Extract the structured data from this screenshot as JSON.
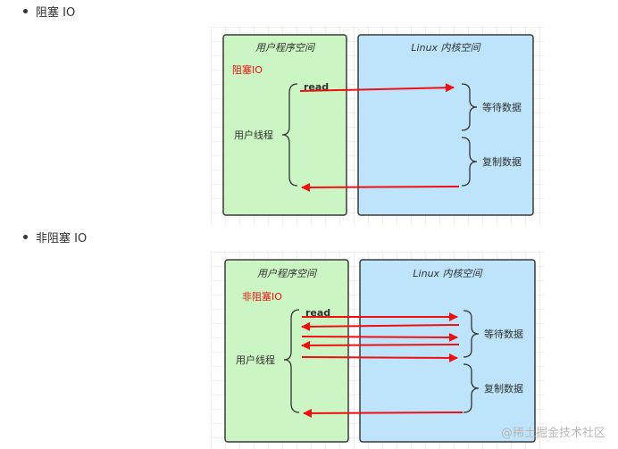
{
  "bullets": [
    {
      "text": "阻塞 IO"
    },
    {
      "text": "非阻塞  IO"
    }
  ],
  "diagrams": [
    {
      "user_space_title": "用户程序空间",
      "kernel_space_title": "Linux 内核空间",
      "mode_label": "阻塞IO",
      "thread_label": "用户线程",
      "read_label": "read",
      "wait_label": "等待数据",
      "copy_label": "复制数据"
    },
    {
      "user_space_title": "用户程序空间",
      "kernel_space_title": "Linux 内核空间",
      "mode_label": "非阻塞IO",
      "thread_label": "用户线程",
      "read_label": "read",
      "wait_label": "等待数据",
      "copy_label": "复制数据"
    }
  ],
  "watermark": "@稀土掘金技术社区",
  "colors": {
    "user_space_fill": "#ccf5c4",
    "kernel_space_fill": "#bde4fb",
    "arrow": "#ee1111",
    "mode_label": "#ee1111"
  }
}
